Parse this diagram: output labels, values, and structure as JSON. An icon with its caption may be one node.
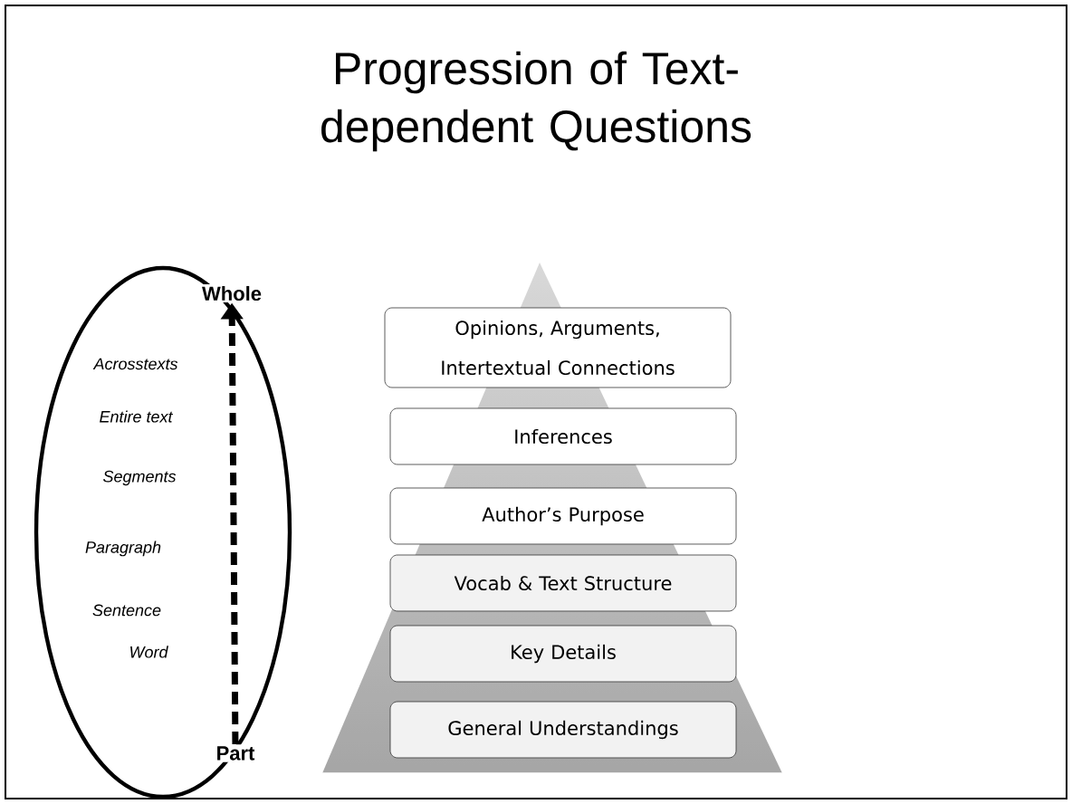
{
  "diagram": {
    "title": "Progression of Text-dependent Questions",
    "nodes": [
      {
        "text": [
          "Whole"
        ]
      },
      {
        "text": [
          "Opinions, Arguments, Intertextual Connections"
        ]
      },
      {
        "text": [
          "Inferences"
        ]
      },
      {
        "text": [
          "Author’s Purpose"
        ]
      },
      {
        "text": [
          "Vocab & Text Structure"
        ]
      },
      {
        "text": [
          "Key Details"
        ]
      },
      {
        "text": [
          "General Understandings"
        ]
      },
      {
        "text": [
          "Part"
        ]
      }
    ],
    "edges": [
      {
        "from": 7,
        "to": 0,
        "arrow": "to",
        "style": "dashed"
      }
    ],
    "labels": [
      "Acrosstexts",
      "Entire text",
      "Segments",
      "Paragraph",
      "Sentence",
      "Word"
    ]
  }
}
